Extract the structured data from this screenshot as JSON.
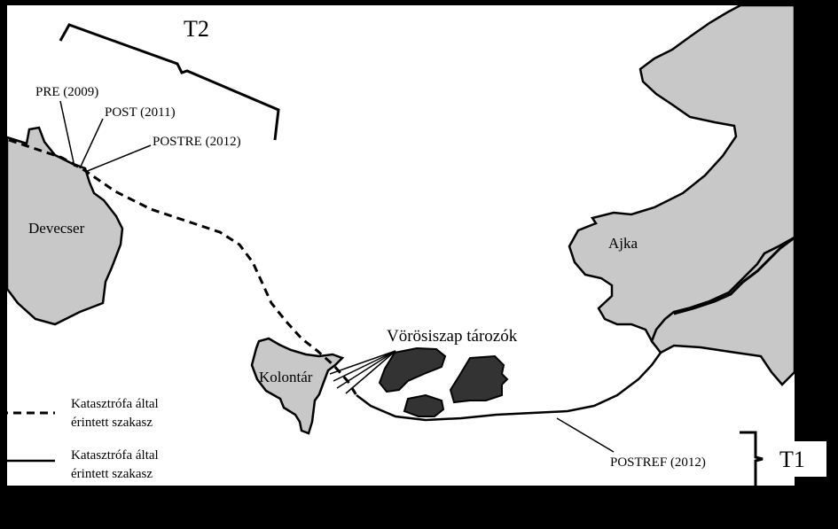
{
  "map": {
    "towns": {
      "devecser": "Devecser",
      "kolontar": "Kolontár",
      "ajka": "Ajka"
    },
    "reservoirs_label": "Vörösiszap tározók",
    "sites": {
      "pre": "PRE (2009)",
      "post": "POST (2011)",
      "postre": "POSTRE (2012)",
      "postref": "POSTREF (2012)"
    },
    "sections": {
      "t1": "T1",
      "t2": "T2"
    },
    "legend": {
      "dashed": {
        "line1": "Katasztrófa által",
        "line2": "érintett szakasz"
      },
      "solid": {
        "line1": "Katasztrófa által",
        "line2": "érintett szakasz"
      }
    },
    "colors": {
      "background": "#ffffff",
      "settlement_fill": "#c8c8c8",
      "reservoir_fill": "#333333",
      "line": "#000000",
      "frame": "#000000"
    }
  }
}
